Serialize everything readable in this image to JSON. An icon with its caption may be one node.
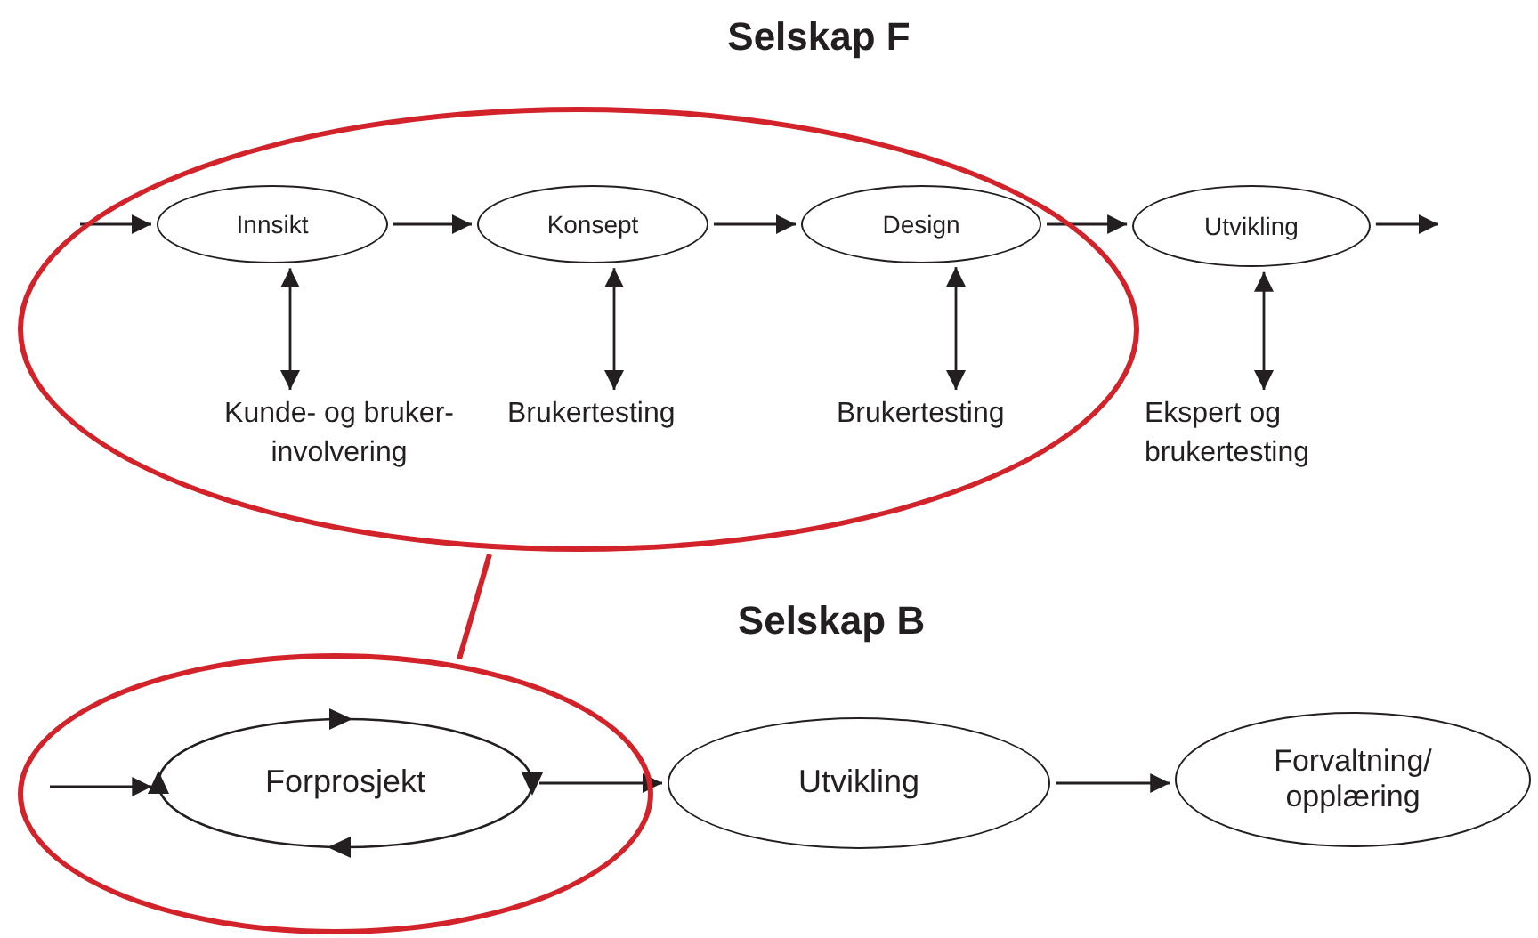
{
  "diagram": {
    "nodes": [
      {
        "text": [],
        "shape": "ellipse"
      },
      {
        "text": [
          "Innsikt"
        ],
        "in": 0
      },
      {
        "text": [
          "Konsept"
        ],
        "in": 0
      },
      {
        "text": [
          "Design"
        ],
        "in": 0
      },
      {
        "text": [
          "Kunde- og bruker-involvering"
        ],
        "in": 0
      },
      {
        "text": [
          "Brukertesting"
        ],
        "in": 0
      },
      {
        "text": [
          "Brukertesting"
        ],
        "in": 0
      },
      {
        "text": [
          "Utvikling"
        ]
      },
      {
        "text": [
          "Ekspert og brukertesting"
        ]
      },
      {
        "text": [],
        "shape": "ellipse"
      },
      {
        "text": [
          "Forprosjekt"
        ],
        "in": 9
      },
      {
        "text": [
          "Utvikling"
        ]
      },
      {
        "text": [
          "Forvaltning/ opplæring"
        ]
      }
    ],
    "edges": [
      {
        "from": null,
        "to": 1,
        "arrow": "to"
      },
      {
        "from": 1,
        "to": 2,
        "arrow": "to"
      },
      {
        "from": 2,
        "to": 3,
        "arrow": "to"
      },
      {
        "from": 3,
        "to": 7,
        "arrow": "to"
      },
      {
        "from": 7,
        "to": null,
        "arrow": "to"
      },
      {
        "from": 1,
        "to": 4,
        "arrow": "both"
      },
      {
        "from": 2,
        "to": 5,
        "arrow": "both"
      },
      {
        "from": 3,
        "to": 6,
        "arrow": "both"
      },
      {
        "from": 7,
        "to": 8,
        "arrow": "both"
      },
      {
        "from": 0,
        "to": 9,
        "arrow": "none",
        "style": "thick",
        "color": "#d2232a"
      },
      {
        "from": null,
        "to": 10,
        "arrow": "to"
      },
      {
        "from": 10,
        "to": 11,
        "arrow": "to"
      },
      {
        "from": 11,
        "to": 12,
        "arrow": "to"
      }
    ],
    "labels": [
      "Selskap F",
      "Selskap B"
    ]
  }
}
